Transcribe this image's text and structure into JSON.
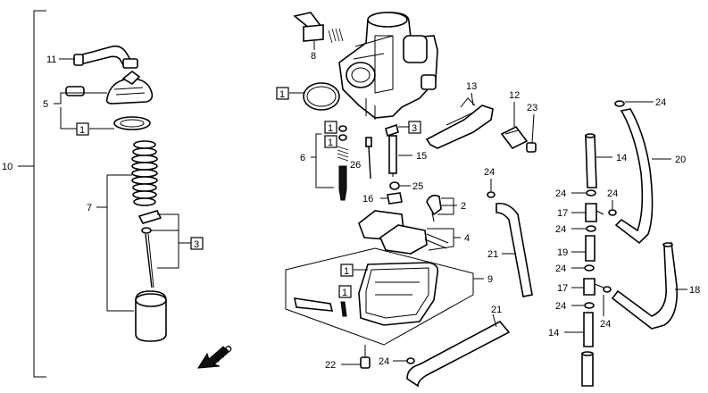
{
  "callouts": {
    "n1": "1",
    "n2": "2",
    "n3": "3",
    "n4": "4",
    "n5": "5",
    "n6": "6",
    "n7": "7",
    "n8": "8",
    "n9": "9",
    "n10": "10",
    "n11": "11",
    "n12": "12",
    "n13": "13",
    "n14": "14",
    "n16": "16",
    "n17": "17",
    "n18": "18",
    "n19": "19",
    "n20": "20",
    "n21": "21",
    "n22": "22",
    "n23": "23",
    "n24": "24",
    "n25": "25",
    "n26": "26",
    "n15": "15"
  },
  "fwd_label": "FWD",
  "colors": {
    "ink": "#000000",
    "paper": "#ffffff"
  }
}
